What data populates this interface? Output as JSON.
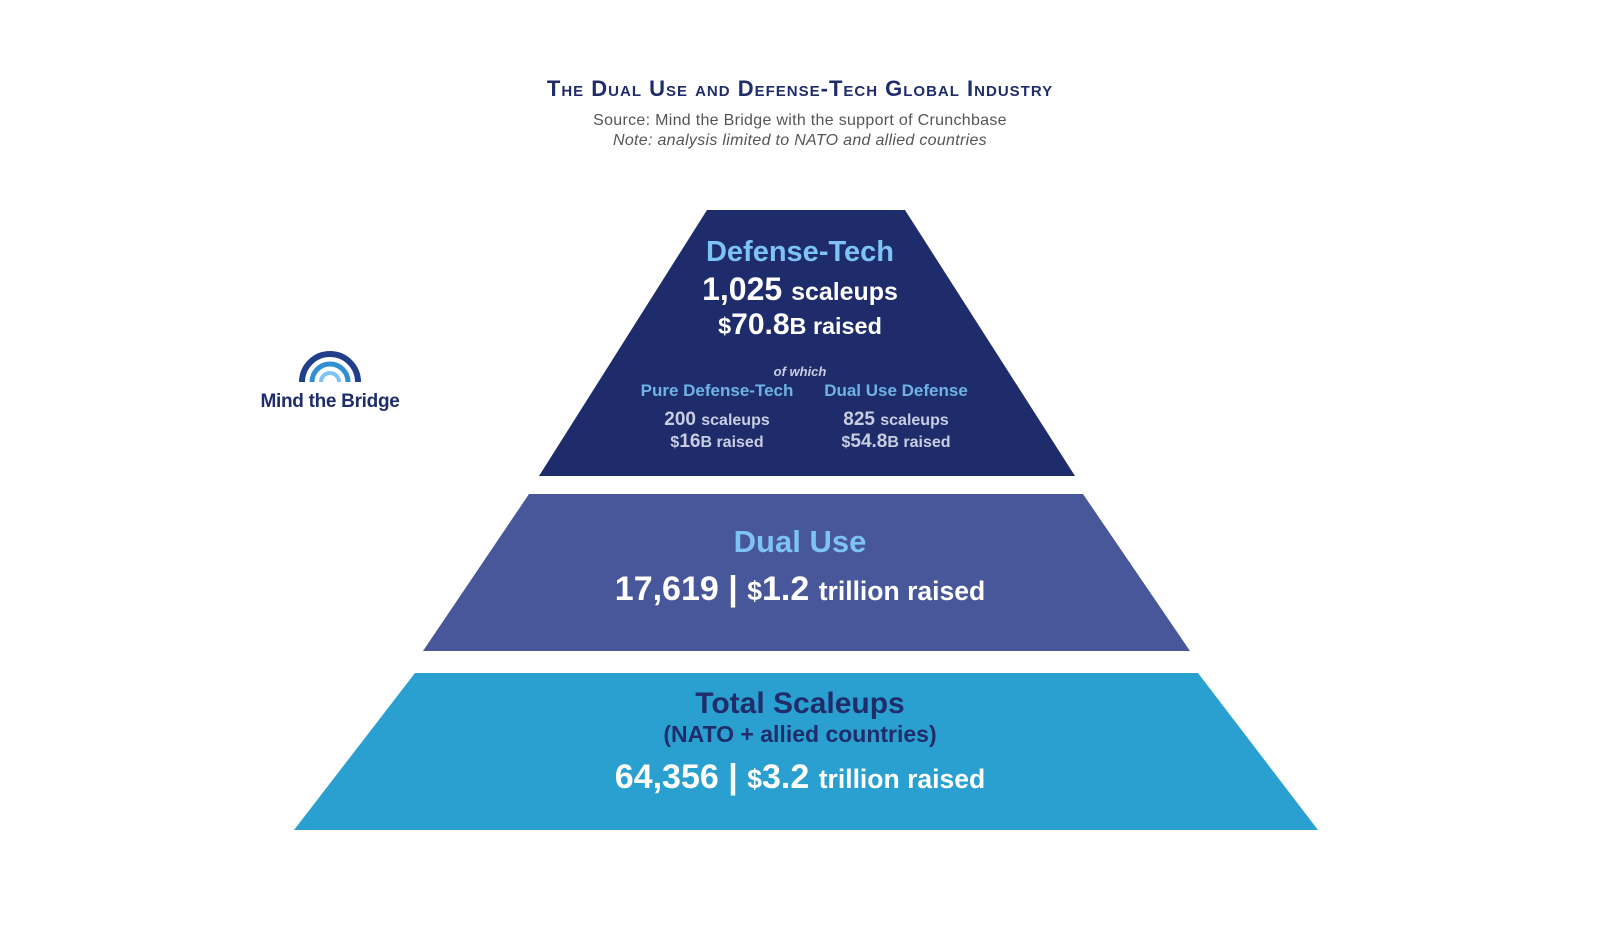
{
  "title": "The Dual Use and Defense-Tech Global Industry",
  "source": "Source: Mind the Bridge with the support of Crunchbase",
  "note": "Note: analysis limited to NATO and allied countries",
  "logo": {
    "text": "Mind the Bridge"
  },
  "colors": {
    "top": "#1f2c6b",
    "middle": "#485799",
    "bottom": "#2aa0d0",
    "accent": "#7ec3f5",
    "navy": "#1f2d6b"
  },
  "defense_tech": {
    "label": "Defense-Tech",
    "count": "1,025",
    "count_unit": "scaleups",
    "raised_prefix": "$",
    "raised_value": "70.8",
    "raised_suffix": "B raised",
    "of_which": "of which",
    "pure": {
      "label": "Pure Defense-Tech",
      "count": "200",
      "count_unit": "scaleups",
      "raised_prefix": "$",
      "raised_value": "16",
      "raised_suffix": "B raised"
    },
    "dual_defense": {
      "label": "Dual Use Defense",
      "count": "825",
      "count_unit": "scaleups",
      "raised_prefix": "$",
      "raised_value": "54.8",
      "raised_suffix": "B raised"
    }
  },
  "dual_use": {
    "label": "Dual Use",
    "count": "17,619",
    "separator": "|",
    "raised_prefix": "$",
    "raised_value": "1.2",
    "raised_suffix": "trillion raised"
  },
  "total": {
    "label": "Total Scaleups",
    "sublabel": "(NATO + allied countries)",
    "count": "64,356",
    "separator": "|",
    "raised_prefix": "$",
    "raised_value": "3.2",
    "raised_suffix": "trillion raised"
  }
}
